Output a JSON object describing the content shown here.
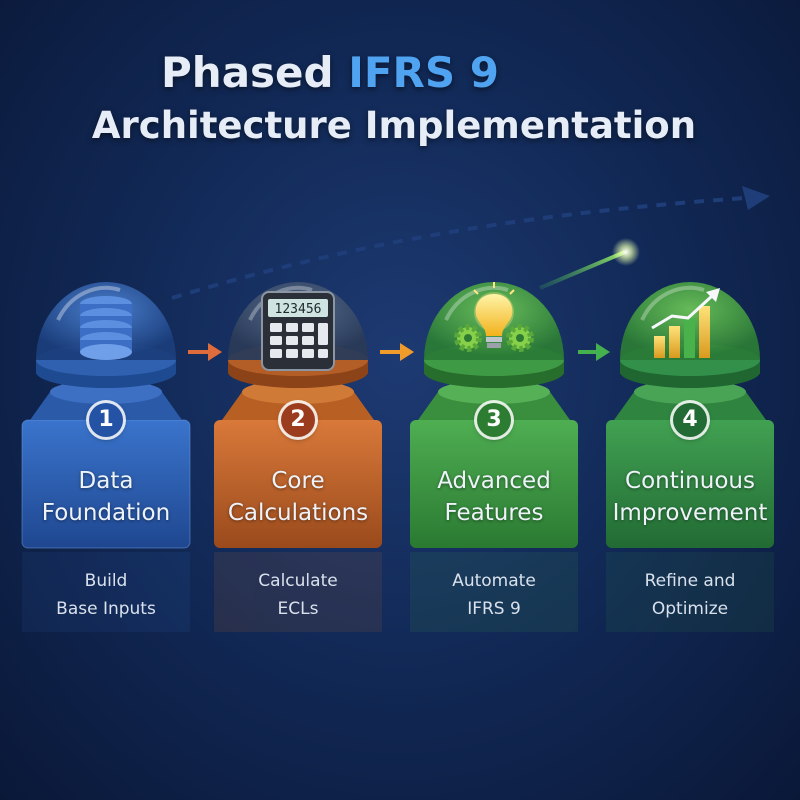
{
  "title": {
    "line1_prefix": "Phased ",
    "line1_accent": "IFRS 9",
    "line2": "Architecture Implementation"
  },
  "colors": {
    "background": "#122a58",
    "accent": "#4fa3f0",
    "stage1": "#2f63b8",
    "stage2": "#c96a2a",
    "stage3": "#3f9a45",
    "stage4": "#2f8a45"
  },
  "stages": [
    {
      "number": "1",
      "title_line1": "Data",
      "title_line2": "Foundation",
      "sub_line1": "Build",
      "sub_line2": "Base Inputs",
      "icon": "database-icon"
    },
    {
      "number": "2",
      "title_line1": "Core",
      "title_line2": "Calculations",
      "sub_line1": "Calculate",
      "sub_line2": "ECLs",
      "icon": "calculator-icon",
      "display": "123456"
    },
    {
      "number": "3",
      "title_line1": "Advanced",
      "title_line2": "Features",
      "sub_line1": "Automate",
      "sub_line2": "IFRS 9",
      "icon": "lightbulb-gears-icon"
    },
    {
      "number": "4",
      "title_line1": "Continuous",
      "title_line2": "Improvement",
      "sub_line1": "Refine and",
      "sub_line2": "Optimize",
      "icon": "growth-chart-icon"
    }
  ]
}
